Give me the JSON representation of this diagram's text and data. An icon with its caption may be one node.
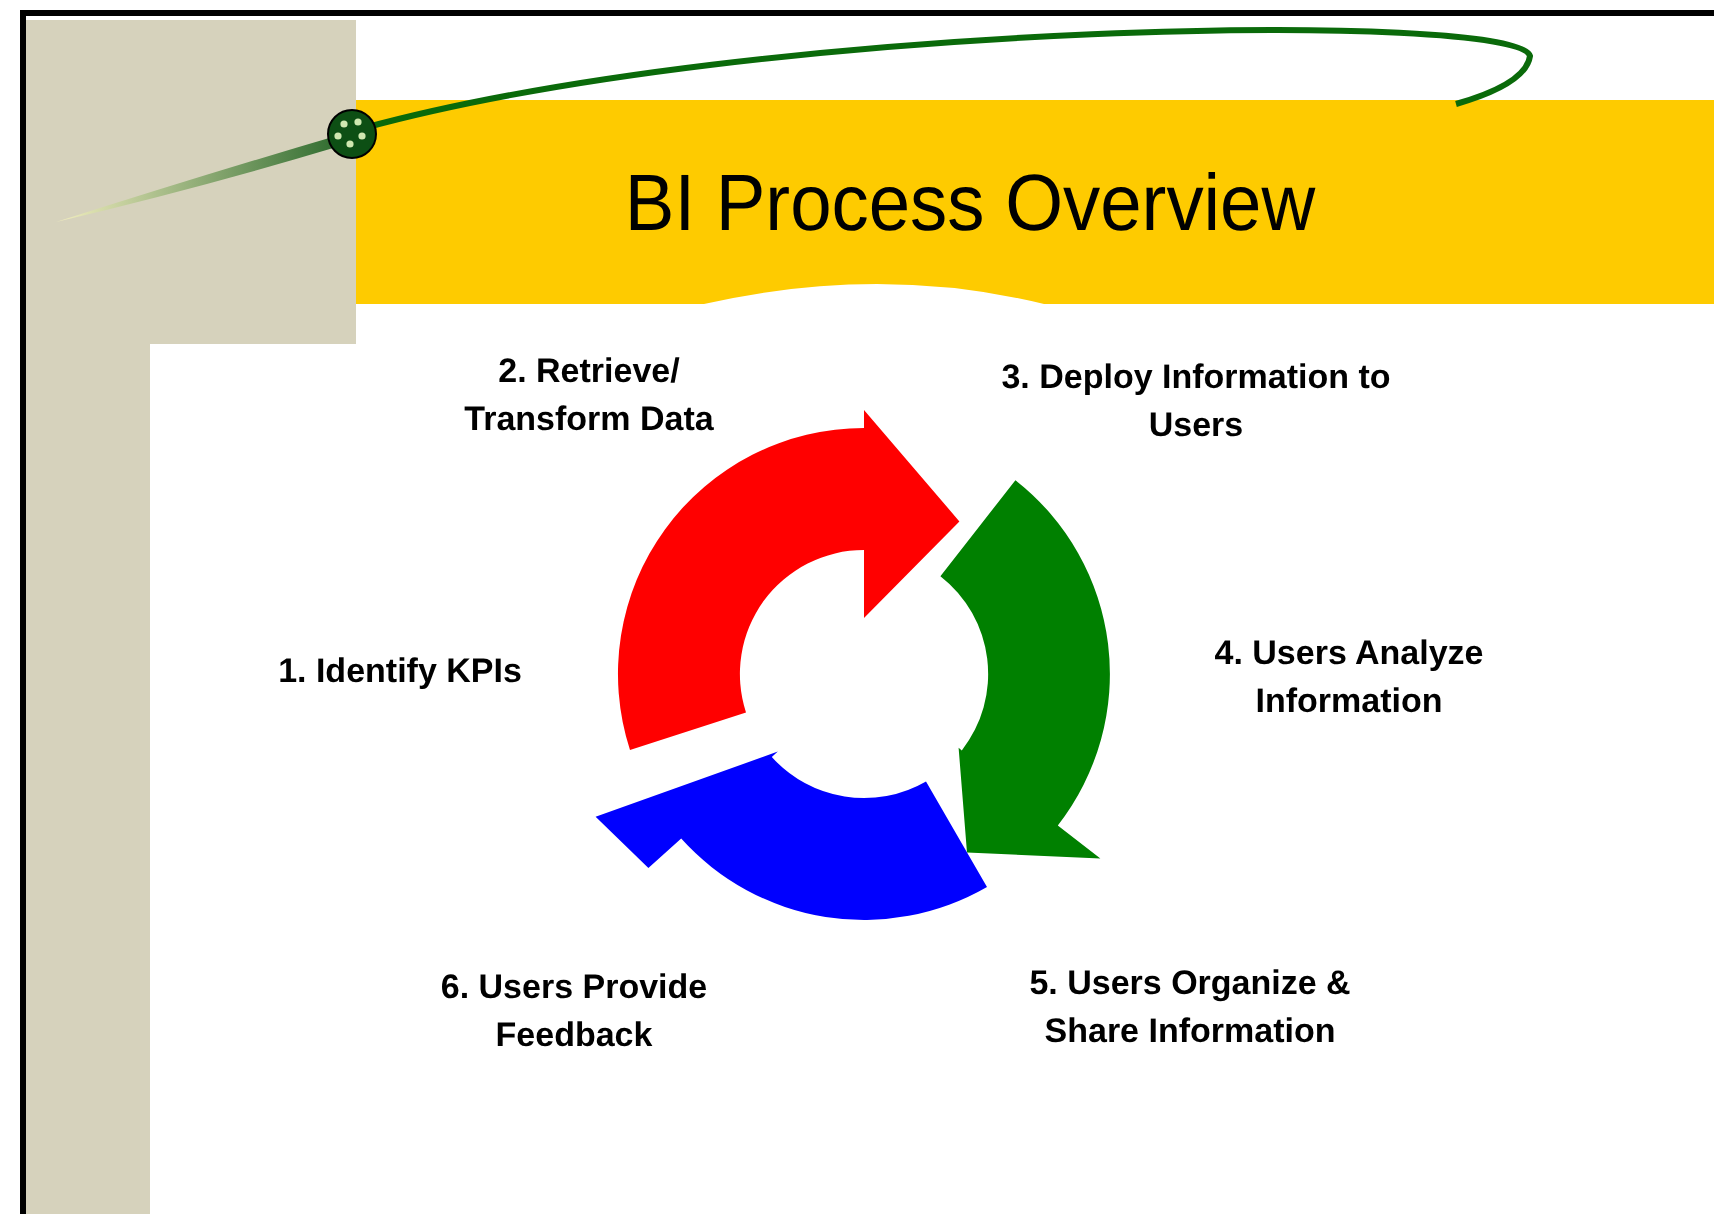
{
  "diagram": {
    "title": "BI Process Overview",
    "labels": [
      "2. Retrieve/ Transform Data",
      "3. Deploy Information to Users",
      "1. Identify KPIs",
      "4. Users Analyze Information",
      "6. Users Provide Feedback",
      "5. Users Organize & Share Information"
    ]
  }
}
